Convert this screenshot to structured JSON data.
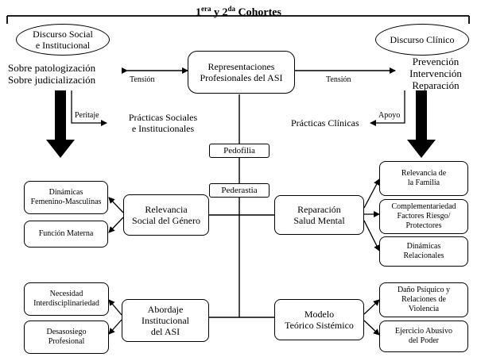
{
  "title": {
    "n1": "1",
    "s1": "era",
    "mid": " y 2",
    "s2": "da",
    "end": " Cohortes"
  },
  "left_ellipse": "Discurso Social\ne Institucional",
  "right_ellipse": "Discurso Clínico",
  "left_text": "Sobre patologización\nSobre judicialización",
  "center_box": "Representaciones\nProfesionales del ASI",
  "right_text": "Prevención\nIntervención\nReparación",
  "tension_left": "Tensión",
  "tension_right": "Tensión",
  "peritaje": "Peritaje",
  "practicas_sociales": "Prácticas Sociales\ne Institucionales",
  "apoyo": "Apoyo",
  "practicas_clinicas": "Prácticas Clínicas",
  "pedofilia": "Pedofilia",
  "pederastia": "Pederastia",
  "genero": {
    "main": "Relevancia\nSocial del Género",
    "item1": "Dinámicas\nFemenino-Masculinas",
    "item2": "Función Materna"
  },
  "salud": {
    "main": "Reparación\nSalud Mental",
    "item1": "Relevancia de\nla Familia",
    "item2": "Complementariedad\nFactores Riesgo/\nProtectores",
    "item3": "Dinámicas\nRelacionales"
  },
  "abordaje": {
    "main": "Abordaje\nInstitucional\ndel ASI",
    "item1": "Necesidad\nInterdisciplinariedad",
    "item2": "Desasosiego\nProfesional"
  },
  "modelo": {
    "main": "Modelo\nTeórico Sistémico",
    "item1": "Daño Psíquico y\nRelaciones de\nViolencia",
    "item2": "Ejercicio Abusivo\ndel Poder"
  }
}
